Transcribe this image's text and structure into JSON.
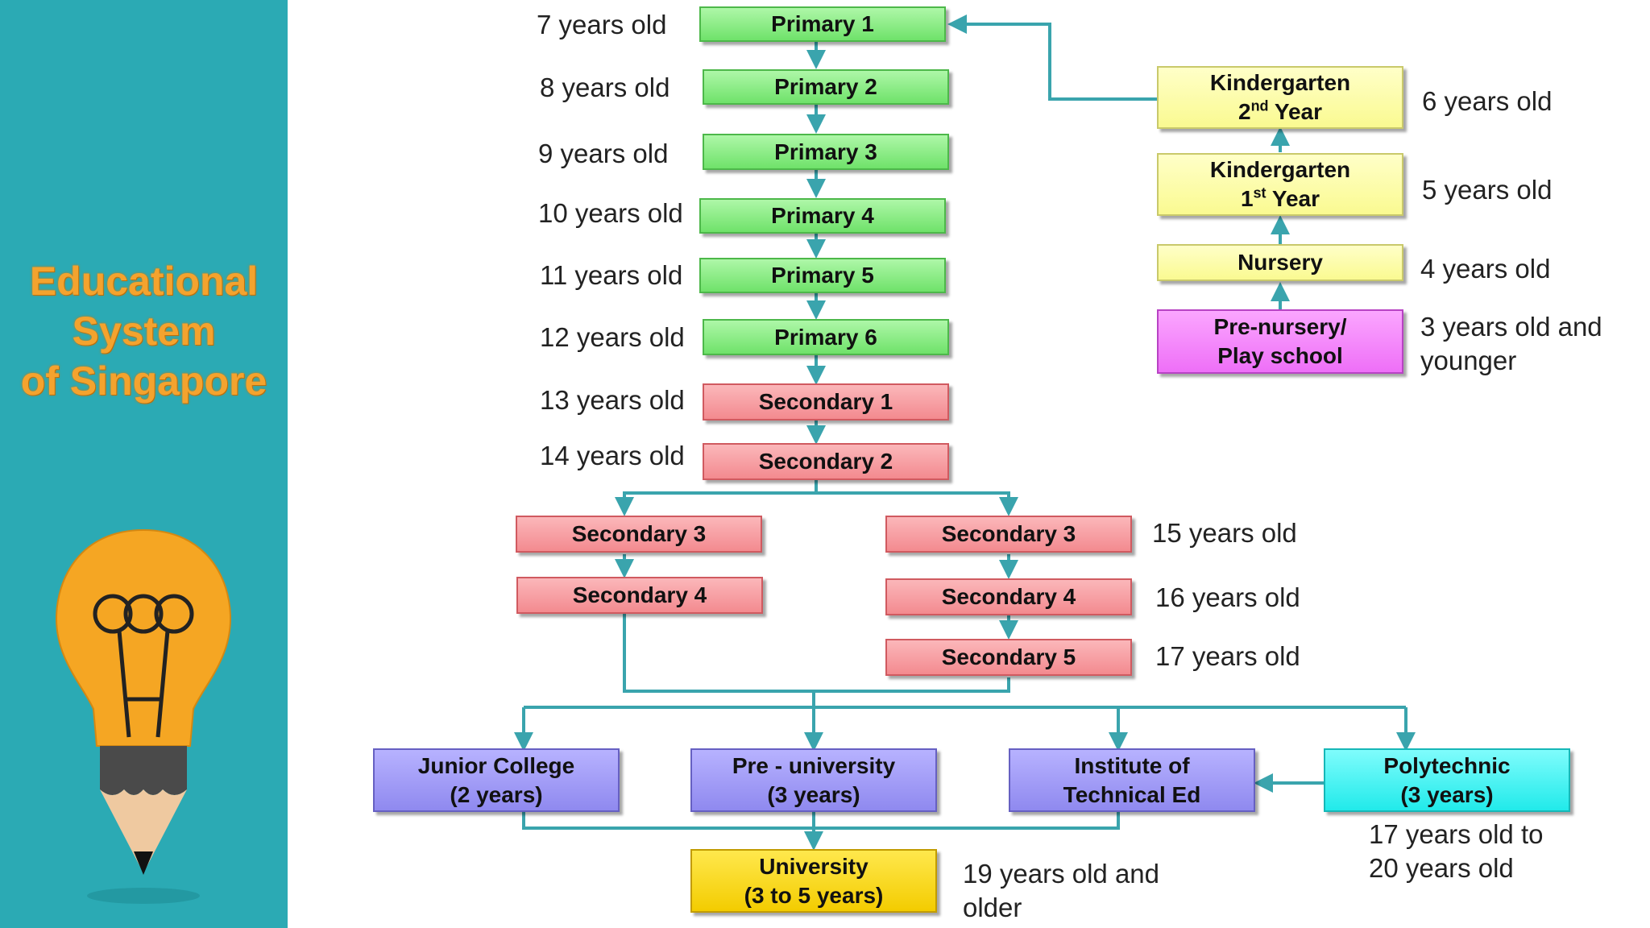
{
  "title": {
    "line1": "Educational",
    "line2": "System",
    "line3": "of Singapore"
  },
  "colors": {
    "sidebar": "#2baab4",
    "title": "#f4a32e",
    "connector": "#3aa4ad",
    "primary": "#6fe26a",
    "secondary": "#f38a8f",
    "kindergarten": "#fafa91",
    "prenursery": "#ee6ff7",
    "tertiary": "#8f89ef",
    "polytechnic": "#21eaea",
    "university": "#f3cc00"
  },
  "boxes": {
    "primary1": "Primary 1",
    "primary2": "Primary 2",
    "primary3": "Primary 3",
    "primary4": "Primary 4",
    "primary5": "Primary 5",
    "primary6": "Primary 6",
    "secondary1": "Secondary 1",
    "secondary2": "Secondary 2",
    "sec3_left": "Secondary 3",
    "sec4_left": "Secondary 4",
    "sec3_right": "Secondary 3",
    "sec4_right": "Secondary 4",
    "sec5_right": "Secondary 5",
    "kg2": {
      "line1": "Kindergarten",
      "num": "2",
      "sup": "nd",
      "word": " Year"
    },
    "kg1": {
      "line1": "Kindergarten",
      "num": "1",
      "sup": "st",
      "word": " Year"
    },
    "nursery": "Nursery",
    "prenursery": {
      "line1": "Pre-nursery/",
      "line2": "Play school"
    },
    "junior_college": {
      "line1": "Junior College",
      "line2": "(2 years)"
    },
    "pre_university": {
      "line1": "Pre - university",
      "line2": "(3 years)"
    },
    "ite": {
      "line1": "Institute of",
      "line2": "Technical Ed"
    },
    "polytechnic": {
      "line1": "Polytechnic",
      "line2": "(3 years)"
    },
    "university": {
      "line1": "University",
      "line2": "(3 to 5 years)"
    }
  },
  "ages": {
    "p1": "7 years old",
    "p2": "8 years old",
    "p3": "9 years old",
    "p4": "10 years old",
    "p5": "11 years old",
    "p6": "12 years old",
    "s1": "13 years old",
    "s2": "14 years old",
    "s3": "15 years old",
    "s4": "16 years old",
    "s5": "17 years old",
    "kg2": "6 years old",
    "kg1": "5 years old",
    "nursery": "4 years old",
    "prenursery": {
      "line1": "3 years old and",
      "line2": "younger"
    },
    "polytechnic": {
      "line1": "17 years old to",
      "line2": "20 years old"
    },
    "university": {
      "line1": "19 years old and",
      "line2": "older"
    }
  }
}
